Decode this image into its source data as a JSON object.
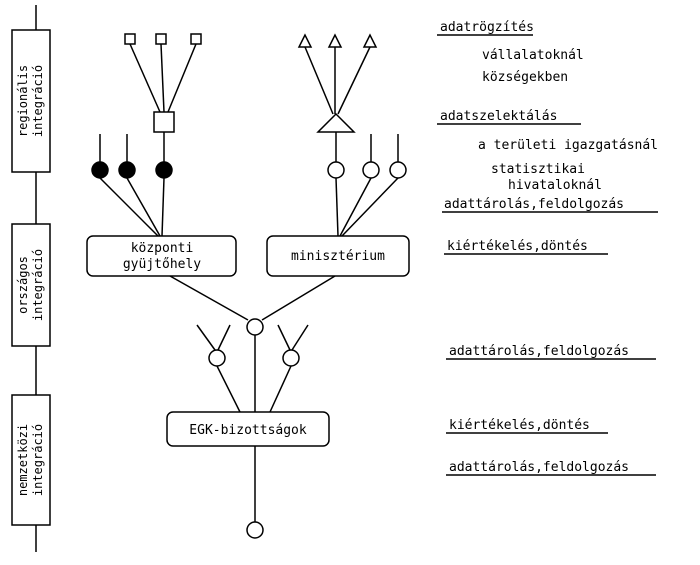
{
  "side_labels": {
    "regional": [
      "regionális",
      "integráció"
    ],
    "national": [
      "országos",
      "integráció"
    ],
    "international": [
      "nemzetközi",
      "integráció"
    ]
  },
  "boxes": {
    "central_collection": [
      "központi",
      "gyüjtőhely"
    ],
    "ministry": "minisztérium",
    "egk": "EGK-bizottságok"
  },
  "annotations": {
    "data_recording": "adatrögzítés",
    "at_companies": "vállalatoknál",
    "at_municipalities": "községekben",
    "data_selection": "adatszelektálás",
    "at_territorial_administration": "a területi igazgatásnál",
    "statistical_line1": "statisztikai",
    "statistical_line2": "hivataloknál",
    "storage_processing_1": "adattárolás,feldolgozás",
    "evaluation_decision_1": "kiértékelés,döntés",
    "storage_processing_2": "adattárolás,feldolgozás",
    "evaluation_decision_2": "kiértékelés,döntés",
    "storage_processing_3": "adattárolás,feldolgozás"
  }
}
